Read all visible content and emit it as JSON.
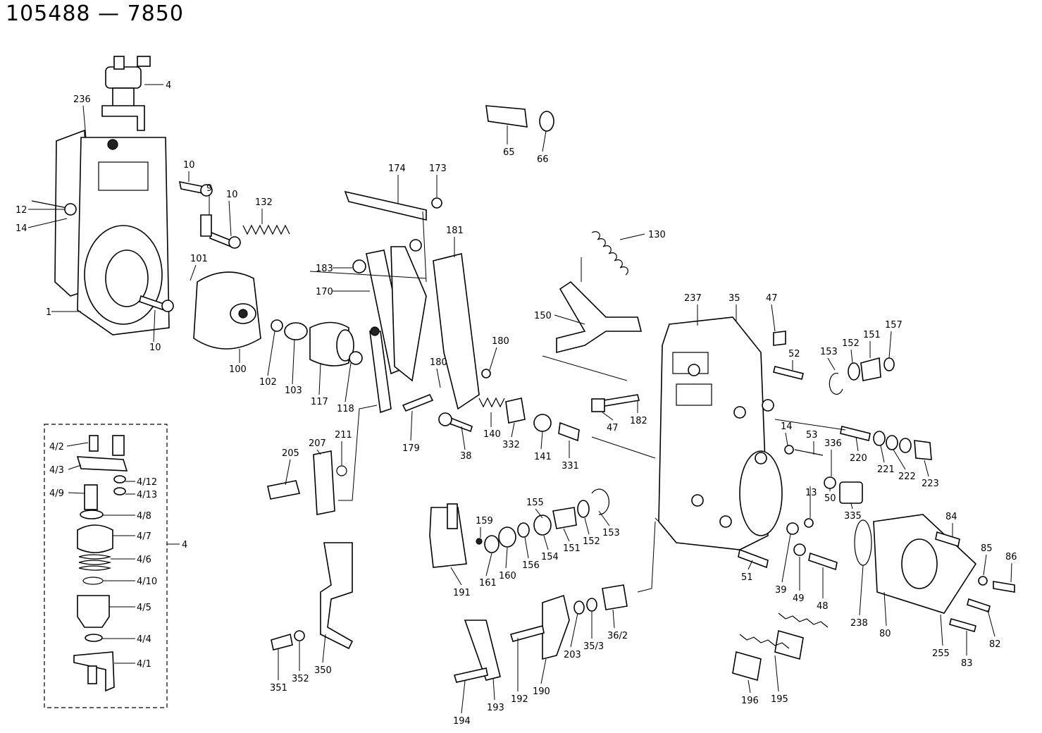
{
  "title": "105488 — 7850",
  "callouts": {
    "c4": "4",
    "c236": "236",
    "c12": "12",
    "c14": "14",
    "c1": "1",
    "c10a": "10",
    "c9": "9",
    "c10b": "10",
    "c132": "132",
    "c101": "101",
    "c10c": "10",
    "c100": "100",
    "c102": "102",
    "c103": "103",
    "c117": "117",
    "c118": "118",
    "c174": "174",
    "c173": "173",
    "c183": "183",
    "c170": "170",
    "c181": "181",
    "c180a": "180",
    "c180b": "180",
    "c179": "179",
    "c38": "38",
    "c140": "140",
    "c332": "332",
    "c141": "141",
    "c331": "331",
    "c65": "65",
    "c66": "66",
    "c130": "130",
    "c150": "150",
    "c237": "237",
    "c35": "35",
    "c47a": "47",
    "c52": "52",
    "c153a": "153",
    "c152a": "152",
    "c151a": "151",
    "c157": "157",
    "c47b": "47",
    "c182": "182",
    "c14b": "14",
    "c53": "53",
    "c336": "336",
    "c220": "220",
    "c221": "221",
    "c222": "222",
    "c223": "223",
    "c13": "13",
    "c50": "50",
    "c335": "335",
    "c205": "205",
    "c207": "207",
    "c211": "211",
    "c155": "155",
    "c159": "159",
    "c191": "191",
    "c161": "161",
    "c160": "160",
    "c156": "156",
    "c154": "154",
    "c151b": "151",
    "c152b": "152",
    "c153b": "153",
    "c51": "51",
    "c39": "39",
    "c49": "49",
    "c48": "48",
    "c84": "84",
    "c85": "85",
    "c86": "86",
    "c238": "238",
    "c80": "80",
    "c82": "82",
    "c255": "255",
    "c83": "83",
    "c351": "351",
    "c352": "352",
    "c350": "350",
    "c194": "194",
    "c193": "193",
    "c192": "192",
    "c190": "190",
    "c203": "203",
    "c35_3": "35/3",
    "c36_2": "36/2",
    "c196": "196",
    "c195": "195",
    "k4_2": "4/2",
    "k4_3": "4/3",
    "k4_9": "4/9",
    "k4_12": "4/12",
    "k4_13": "4/13",
    "k4_8": "4/8",
    "k4_7": "4/7",
    "k4_6": "4/6",
    "k4_10": "4/10",
    "k4_5": "4/5",
    "k4_4": "4/4",
    "k4_1": "4/1",
    "kit4": "4"
  }
}
